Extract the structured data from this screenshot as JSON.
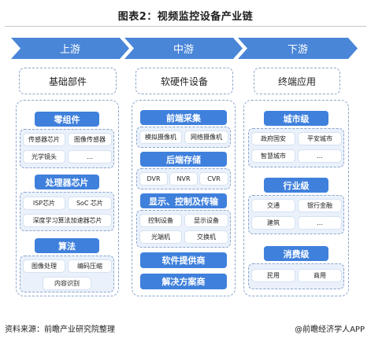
{
  "title": "图表2：视频监控设备产业链",
  "stages": {
    "upstream": "上游",
    "midstream": "中游",
    "downstream": "下游"
  },
  "upstream": {
    "heading": "基础部件",
    "sections": [
      {
        "label": "零组件",
        "chips": [
          "传感器芯片",
          "图像传感器",
          "光学镜头",
          "…"
        ]
      },
      {
        "label": "处理器芯片",
        "chips": [
          "ISP芯片",
          "SoC 芯片",
          "深度学习算法加速器芯片"
        ]
      },
      {
        "label": "算法",
        "chips": [
          "图像处理",
          "编码压缩",
          "内容识别"
        ]
      }
    ]
  },
  "midstream": {
    "heading": "软硬件设备",
    "sections": [
      {
        "label": "前端采集",
        "chips": [
          "模拟摄像机",
          "网络摄像机"
        ]
      },
      {
        "label": "后端存储",
        "chips": [
          "DVR",
          "NVR",
          "CVR"
        ]
      },
      {
        "label": "显示、控制及传输",
        "chips": [
          "控制设备",
          "显示设备",
          "光端机",
          "交换机"
        ]
      },
      {
        "label": "软件提供商",
        "chips": []
      },
      {
        "label": "解决方案商",
        "chips": []
      }
    ]
  },
  "downstream": {
    "heading": "终端应用",
    "sections": [
      {
        "label": "城市级",
        "chips": [
          "政府国安",
          "平安城市",
          "智慧城市",
          "…"
        ]
      },
      {
        "label": "行业级",
        "chips": [
          "交通",
          "银行金融",
          "建筑",
          "…"
        ]
      },
      {
        "label": "消费级",
        "chips": [
          "民用",
          "商用"
        ]
      }
    ]
  },
  "footer": {
    "source": "资料来源：前瞻产业研究院整理",
    "brand": "@前瞻经济学人APP"
  },
  "colors": {
    "accent": "#3f80dc",
    "chevron": "#4a86d8",
    "sub_bg": "#eaf1fb",
    "border": "#8aa6cc"
  }
}
